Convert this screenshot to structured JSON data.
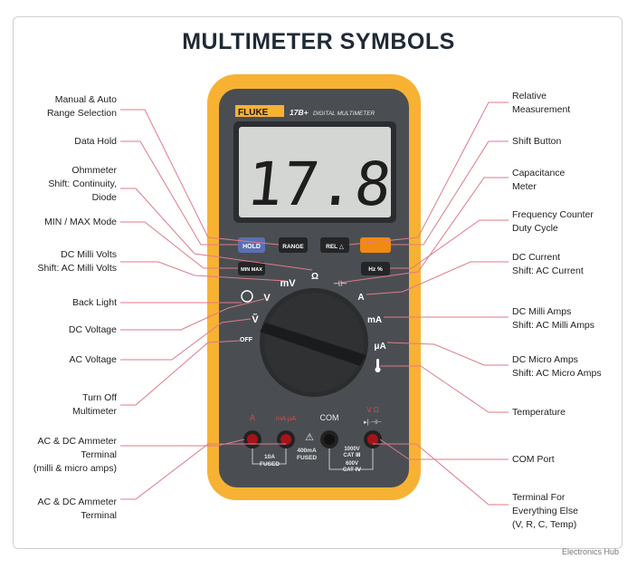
{
  "title": "MULTIMETER SYMBOLS",
  "brand": "Electronics Hub",
  "colors": {
    "accent": "#f7b233",
    "line": "#e07a8a",
    "body": "#4a4e52",
    "title": "#1f2a36"
  },
  "meter": {
    "brand": "FLUKE",
    "model": "17B+",
    "model_desc": "DIGITAL MULTIMETER",
    "display": "17.8",
    "buttons": {
      "hold": "HOLD",
      "range": "RANGE",
      "rel": "REL △",
      "minmax": "MIN MAX",
      "hz": "Hz %"
    },
    "dial": {
      "off": "OFF",
      "v_dc": "V",
      "v_ac": "Ṽ",
      "mv": "mV",
      "ohm": "Ω",
      "a": "A",
      "ma": "mA",
      "ua": "μA"
    },
    "terminals": {
      "a": "A",
      "ma_ua": "mA μA",
      "com": "COM",
      "vohm": "V Ω",
      "fuse_10a": "10A\nFUSED",
      "fuse_400ma": "400mA\nFUSED",
      "cat1000": "1000V\nCAT Ⅲ",
      "cat600": "600V\nCAT Ⅳ"
    }
  },
  "labels_left": [
    "Manual & Auto\nRange Selection",
    "Data Hold",
    "Ohmmeter\nShift: Continuity,\nDiode",
    "MIN / MAX Mode",
    "DC Milli Volts\nShift: AC Milli Volts",
    "Back Light",
    "DC Voltage",
    "AC Voltage",
    "Turn Off\nMultimeter",
    "AC & DC Ammeter\nTerminal\n(milli & micro amps)",
    "AC & DC Ammeter\nTerminal"
  ],
  "labels_right": [
    "Relative\nMeasurement",
    "Shift Button",
    "Capacitance\nMeter",
    "Frequency Counter\nDuty Cycle",
    "DC Current\nShift: AC Current",
    "DC Milli Amps\nShift: AC Milli Amps",
    "DC Micro Amps\nShift: AC Micro Amps",
    "Temperature",
    "COM Port",
    "Terminal For\nEverything Else\n(V, R, C, Temp)"
  ]
}
